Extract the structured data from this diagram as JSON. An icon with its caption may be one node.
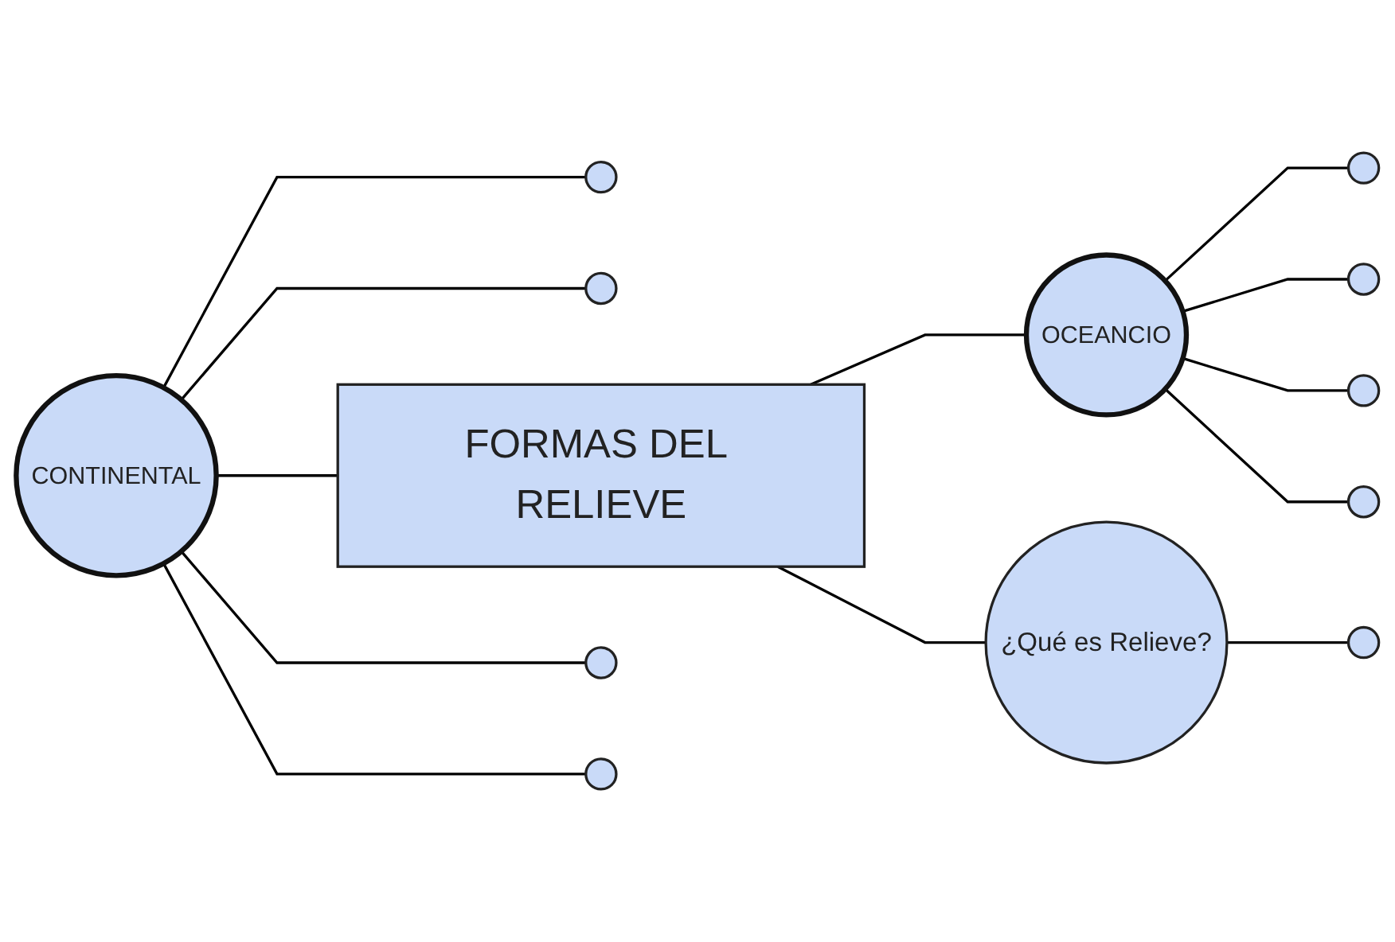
{
  "diagram": {
    "nodes": [
      {
        "text": [],
        "shape": "circle"
      },
      {
        "text": [],
        "shape": "circle"
      },
      {
        "text": [],
        "shape": "circle"
      },
      {
        "text": [],
        "shape": "circle"
      },
      {
        "text": [
          "CONTINENTAL"
        ]
      },
      {
        "text": [
          "FORMAS DEL RELIEVE"
        ]
      },
      {
        "text": [
          "OCEANCIO"
        ]
      },
      {
        "text": [
          "¿Qué es Relieve?"
        ]
      },
      {
        "text": [],
        "shape": "circle"
      },
      {
        "text": [],
        "shape": "circle"
      },
      {
        "text": [],
        "shape": "circle"
      },
      {
        "text": [],
        "shape": "circle"
      },
      {
        "text": [],
        "shape": "circle"
      }
    ],
    "edges": [
      {
        "from": 4,
        "to": 0,
        "arrow": "none"
      },
      {
        "from": 4,
        "to": 1,
        "arrow": "none"
      },
      {
        "from": 4,
        "to": 5,
        "arrow": "none"
      },
      {
        "from": 4,
        "to": 8,
        "arrow": "none"
      },
      {
        "from": 4,
        "to": 9,
        "arrow": "none"
      },
      {
        "from": 5,
        "to": 6,
        "arrow": "none"
      },
      {
        "from": 5,
        "to": 7,
        "arrow": "none"
      },
      {
        "from": 6,
        "to": 2,
        "arrow": "none"
      },
      {
        "from": 6,
        "to": 3,
        "arrow": "none"
      },
      {
        "from": 6,
        "to": 10,
        "arrow": "none"
      },
      {
        "from": 6,
        "to": 11,
        "arrow": "none"
      },
      {
        "from": 7,
        "to": 12,
        "arrow": "none"
      }
    ]
  }
}
